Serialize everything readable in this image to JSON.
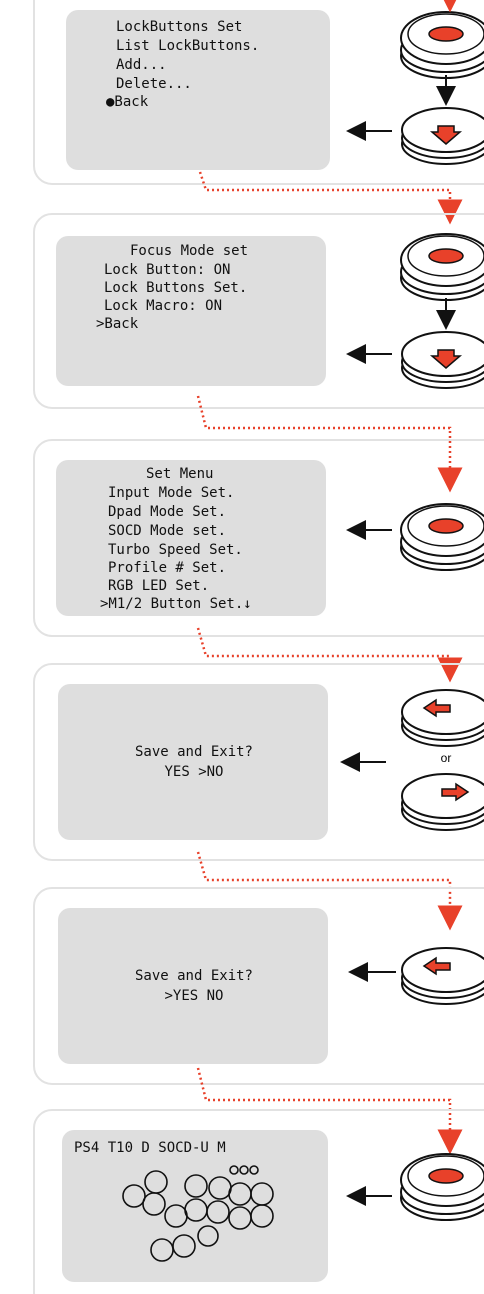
{
  "panels": [
    {
      "id": "lockbuttons-set",
      "screen_lines": [
        "LockButtons Set",
        "List LockButtons.",
        "Add...",
        "Delete...",
        "●Back"
      ],
      "screen_align": "left",
      "controls": [
        {
          "type": "press",
          "arrow": "none"
        },
        {
          "type": "tilt-down",
          "arrow": "left"
        }
      ],
      "vertical_arrow": true
    },
    {
      "id": "focus-mode-set",
      "screen_lines": [
        "Focus Mode set",
        "Lock Button: ON",
        "Lock Buttons Set.",
        "Lock Macro: ON",
        ">Back"
      ],
      "screen_align": "left",
      "controls": [
        {
          "type": "press",
          "arrow": "none"
        },
        {
          "type": "tilt-down",
          "arrow": "left"
        }
      ],
      "vertical_arrow": true
    },
    {
      "id": "set-menu",
      "screen_lines": [
        "Set Menu",
        "Input Mode Set.",
        "Dpad Mode Set.",
        "SOCD Mode set.",
        "Turbo Speed Set.",
        "Profile # Set.",
        "RGB LED Set.",
        ">M1/2 Button Set.↓"
      ],
      "screen_align": "left",
      "controls": [
        {
          "type": "press",
          "arrow": "left"
        }
      ],
      "vertical_arrow": false
    },
    {
      "id": "save-exit-no",
      "screen_lines": [
        "Save and Exit?",
        "YES  >NO"
      ],
      "screen_align": "center",
      "controls": [
        {
          "type": "tilt-left",
          "arrow": "none"
        },
        {
          "type": "tilt-right",
          "arrow": "none"
        }
      ],
      "or_label": "or",
      "vertical_arrow": false
    },
    {
      "id": "save-exit-yes",
      "screen_lines": [
        "Save and Exit?",
        ">YES  NO"
      ],
      "screen_align": "center",
      "controls": [
        {
          "type": "tilt-left",
          "arrow": "left"
        }
      ],
      "vertical_arrow": false
    },
    {
      "id": "home-screen",
      "screen_lines": [
        "PS4 T10 D SOCD-U M"
      ],
      "screen_align": "left",
      "controls": [
        {
          "type": "press",
          "arrow": "left"
        }
      ],
      "vertical_arrow": false
    }
  ],
  "colors": {
    "accent": "#e8412a",
    "screen_bg": "#dedede",
    "panel_border": "#e2e2e2",
    "ink": "#111111"
  }
}
